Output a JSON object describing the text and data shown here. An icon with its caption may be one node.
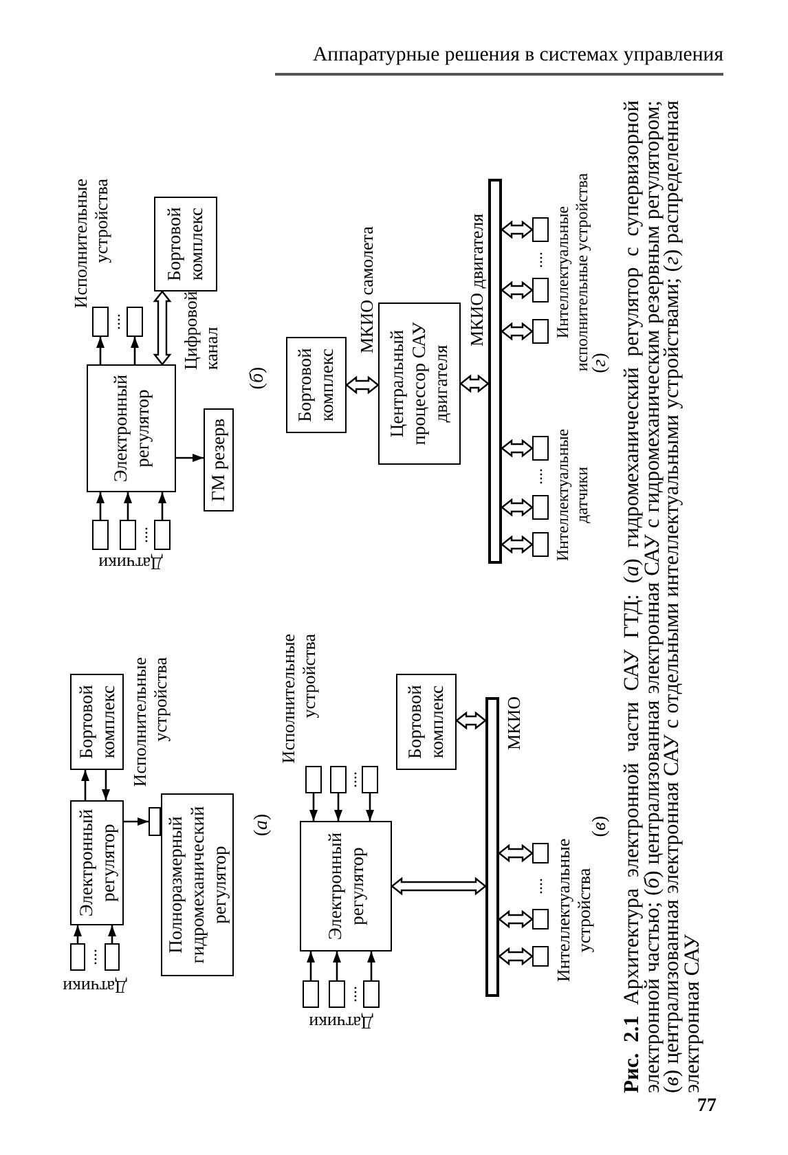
{
  "diagram": {
    "caption": "**Рис. 2.1** Архитектура электронной части САУ ГТД: (*а*) гидромеханический регулятор с супервизорной электронной частью; (*б*) централизованная электронная САУ с гидромеханическим резервным регулятором; (*в*) централизованная электронная САУ с отдельными интеллектуальными устройствами; (*г*) распределенная электронная САУ",
    "nodes": [
      {
        "text": [],
        "shape": "box"
      },
      {
        "text": [],
        "shape": "box"
      },
      {
        "text": [
          "Электронный регулятор"
        ]
      },
      {
        "text": [
          "Бортовой комплекс"
        ]
      },
      {
        "text": [],
        "shape": "box"
      },
      {
        "text": [
          "Полноразмерный гидромеханический регулятор"
        ]
      },
      {
        "text": [],
        "shape": "box"
      },
      {
        "text": [],
        "shape": "box"
      },
      {
        "text": [],
        "shape": "box"
      },
      {
        "text": [
          "Электронный регулятор"
        ]
      },
      {
        "text": [],
        "shape": "box"
      },
      {
        "text": [],
        "shape": "box"
      },
      {
        "text": [
          "Бортовой комплекс"
        ]
      },
      {
        "text": [
          "ГМ резерв"
        ]
      },
      {
        "text": [],
        "shape": "box"
      },
      {
        "text": [],
        "shape": "box"
      },
      {
        "text": [],
        "shape": "box"
      },
      {
        "text": [
          "Электронный регулятор"
        ]
      },
      {
        "text": [],
        "shape": "box"
      },
      {
        "text": [],
        "shape": "box"
      },
      {
        "text": [],
        "shape": "box"
      },
      {
        "text": [
          "Бортовой комплекс"
        ]
      },
      {
        "text": [],
        "shape": "bar",
        "beside": [
          "МКИО"
        ]
      },
      {
        "text": [],
        "shape": "box"
      },
      {
        "text": [],
        "shape": "box"
      },
      {
        "text": [],
        "shape": "box"
      },
      {
        "text": [
          "Бортовой комплекс"
        ]
      },
      {
        "text": [
          "Центральный процессор САУ двигателя"
        ]
      },
      {
        "text": [],
        "shape": "bar",
        "beside": [
          "МКИО двигателя"
        ]
      },
      {
        "text": [],
        "shape": "box"
      },
      {
        "text": [],
        "shape": "box"
      },
      {
        "text": [],
        "shape": "box"
      },
      {
        "text": [],
        "shape": "box"
      },
      {
        "text": [],
        "shape": "box"
      },
      {
        "text": [],
        "shape": "box"
      }
    ],
    "edges": [
      {
        "from": 0,
        "to": 2,
        "arrow": "to"
      },
      {
        "from": 1,
        "to": 2,
        "arrow": "to"
      },
      {
        "from": 2,
        "to": 3,
        "arrow": "to"
      },
      {
        "from": 3,
        "to": 2,
        "arrow": "to"
      },
      {
        "from": 2,
        "to": 4,
        "arrow": "to"
      },
      {
        "from": 6,
        "to": 9,
        "arrow": "to"
      },
      {
        "from": 7,
        "to": 9,
        "arrow": "to"
      },
      {
        "from": 8,
        "to": 9,
        "arrow": "to"
      },
      {
        "from": 9,
        "to": 10,
        "arrow": "to"
      },
      {
        "from": 9,
        "to": 11,
        "arrow": "to"
      },
      {
        "from": 9,
        "to": 12,
        "arrow": "both",
        "style": "thick",
        "label": "Цифровой канал"
      },
      {
        "from": 9,
        "to": 13,
        "arrow": "to"
      },
      {
        "from": 14,
        "to": 17,
        "arrow": "to"
      },
      {
        "from": 15,
        "to": 17,
        "arrow": "to"
      },
      {
        "from": 16,
        "to": 17,
        "arrow": "to"
      },
      {
        "from": 18,
        "to": 17,
        "arrow": "to"
      },
      {
        "from": 19,
        "to": 17,
        "arrow": "to"
      },
      {
        "from": 20,
        "to": 17,
        "arrow": "to"
      },
      {
        "from": 17,
        "to": 22,
        "arrow": "both",
        "style": "thick"
      },
      {
        "from": 21,
        "to": 22,
        "arrow": "both",
        "style": "thick"
      },
      {
        "from": 22,
        "to": 23,
        "arrow": "both",
        "style": "thick"
      },
      {
        "from": 22,
        "to": 24,
        "arrow": "both",
        "style": "thick"
      },
      {
        "from": 22,
        "to": 25,
        "arrow": "both",
        "style": "thick"
      },
      {
        "from": 26,
        "to": 27,
        "arrow": "both",
        "style": "thick",
        "label": "МКИО самолета"
      },
      {
        "from": 27,
        "to": 28,
        "arrow": "both",
        "style": "thick"
      },
      {
        "from": 28,
        "to": 29,
        "arrow": "both",
        "style": "thick"
      },
      {
        "from": 28,
        "to": 30,
        "arrow": "both",
        "style": "thick"
      },
      {
        "from": 28,
        "to": 31,
        "arrow": "both",
        "style": "thick"
      },
      {
        "from": 28,
        "to": 32,
        "arrow": "both",
        "style": "thick"
      },
      {
        "from": 28,
        "to": 33,
        "arrow": "both",
        "style": "thick"
      },
      {
        "from": 28,
        "to": 34,
        "arrow": "both",
        "style": "thick"
      }
    ],
    "labels": [
      "Аппаратурные решения в системах управления",
      "Датчики",
      "....",
      "Исполнительные устройства",
      "(*а*)",
      "Исполнительные устройства",
      "....",
      "Датчики",
      "....",
      "(*б*)",
      "Исполнительные устройства",
      "....",
      "Датчики",
      "....",
      "....",
      "Интеллектуальные устройства",
      "(*в*)",
      "....",
      "....",
      "Интеллектуальные датчики",
      "Интеллектуальные исполнительные устройства",
      "(*г*)",
      "77"
    ]
  }
}
